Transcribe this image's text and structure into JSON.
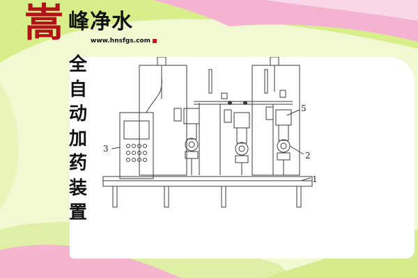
{
  "brand": {
    "seal_char": "嵩",
    "name": "峰净水",
    "url": "www.hnsfgs.com"
  },
  "title_chars": [
    "全",
    "自",
    "动",
    "加",
    "药",
    "装",
    "置"
  ],
  "diagram": {
    "callouts": [
      "3",
      "5",
      "2",
      "1"
    ]
  },
  "colors": {
    "accent_red": "#b01218",
    "line": "#3a3a3a",
    "bg_green": "#d9ef9a",
    "bg_pink": "#f7b9d4"
  }
}
